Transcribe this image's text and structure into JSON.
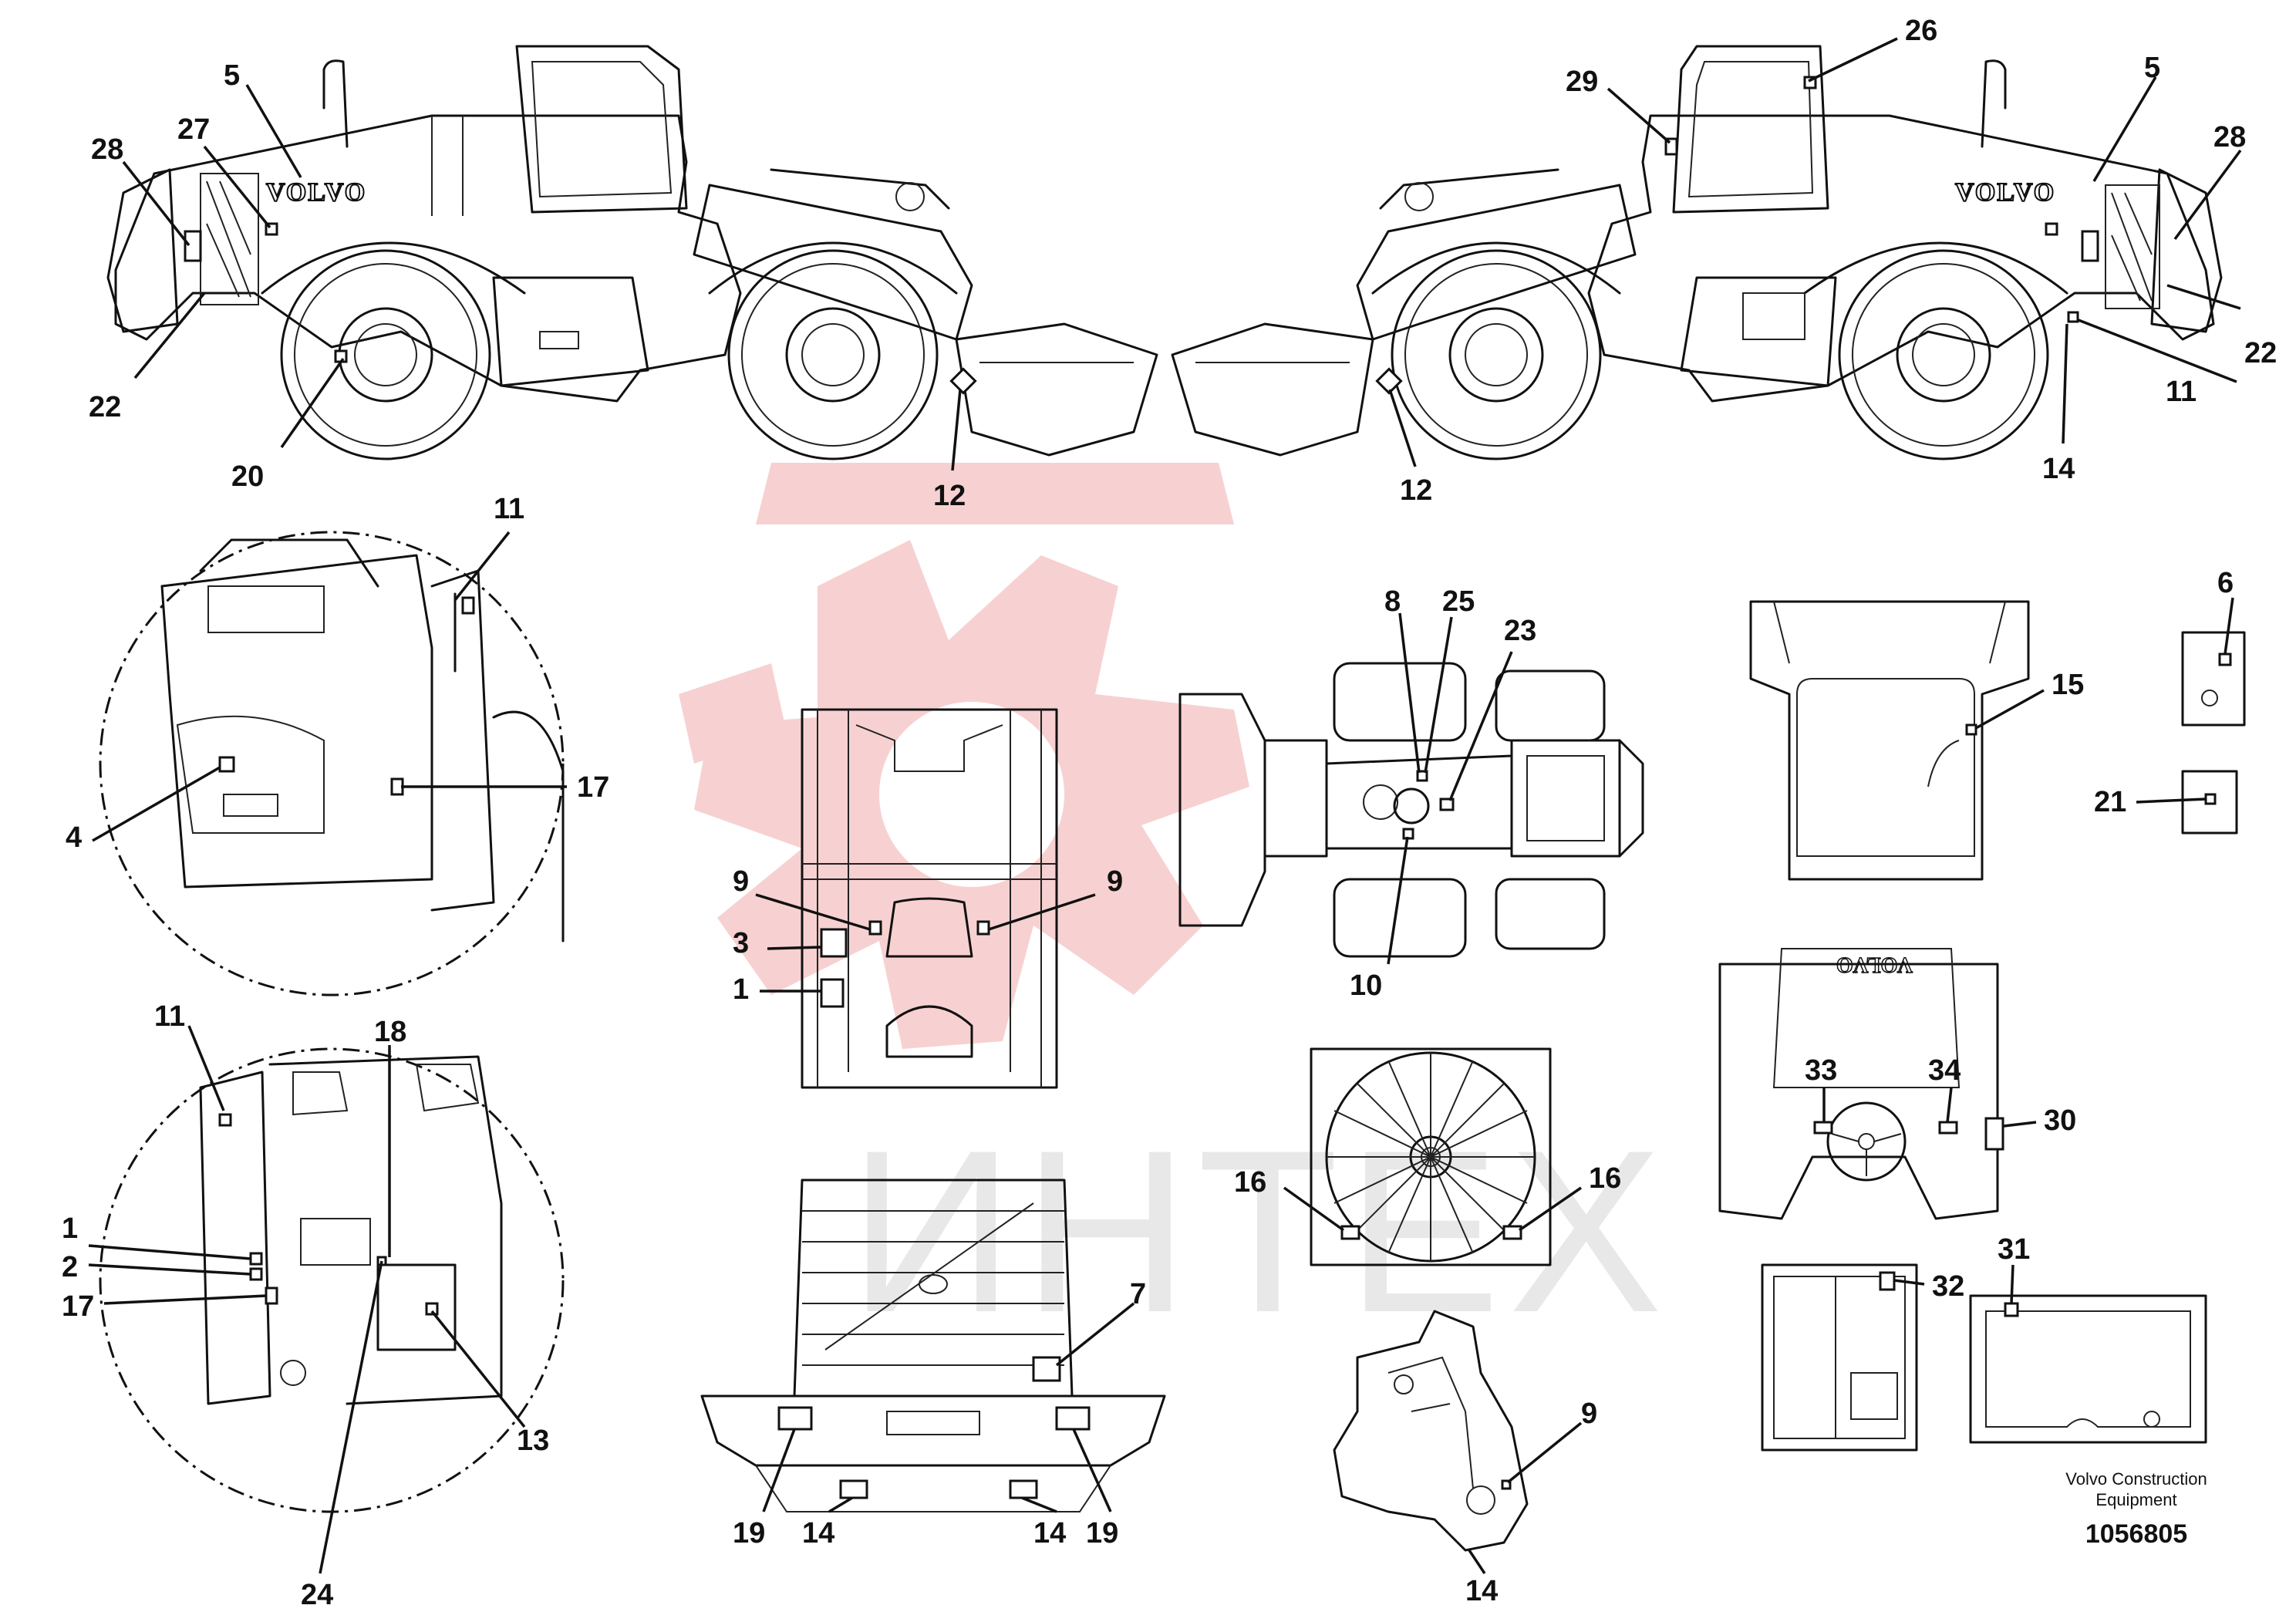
{
  "watermark": {
    "text": "ИНТЕХ",
    "logo_color": "#f6c9c9",
    "text_color": "#e8e8e8"
  },
  "brand": {
    "front_text": "VOLVO",
    "rear_text": "VOLVO"
  },
  "footer": {
    "company_line1": "Volvo Construction",
    "company_line2": "Equipment",
    "doc_number": "1056805"
  },
  "callouts": {
    "left_view": [
      "5",
      "27",
      "28",
      "22",
      "20",
      "12"
    ],
    "right_view": [
      "26",
      "29",
      "5",
      "28",
      "22",
      "11",
      "14",
      "12"
    ],
    "detail_top": [
      "11",
      "17",
      "4"
    ],
    "detail_bottom": [
      "11",
      "18",
      "1",
      "2",
      "17",
      "13",
      "24"
    ],
    "rear_frame": [
      "9",
      "9",
      "3",
      "1"
    ],
    "top_view": [
      "8",
      "25",
      "23",
      "10"
    ],
    "cab_frame": [
      "15"
    ],
    "small_parts": [
      "6",
      "21"
    ],
    "radiator": [
      "16",
      "16"
    ],
    "grille": [
      "7",
      "19",
      "19",
      "14",
      "14"
    ],
    "dashboard": [
      "33",
      "34",
      "30"
    ],
    "door_panels": [
      "32",
      "31"
    ],
    "bucket_link": [
      "9",
      "14"
    ]
  }
}
